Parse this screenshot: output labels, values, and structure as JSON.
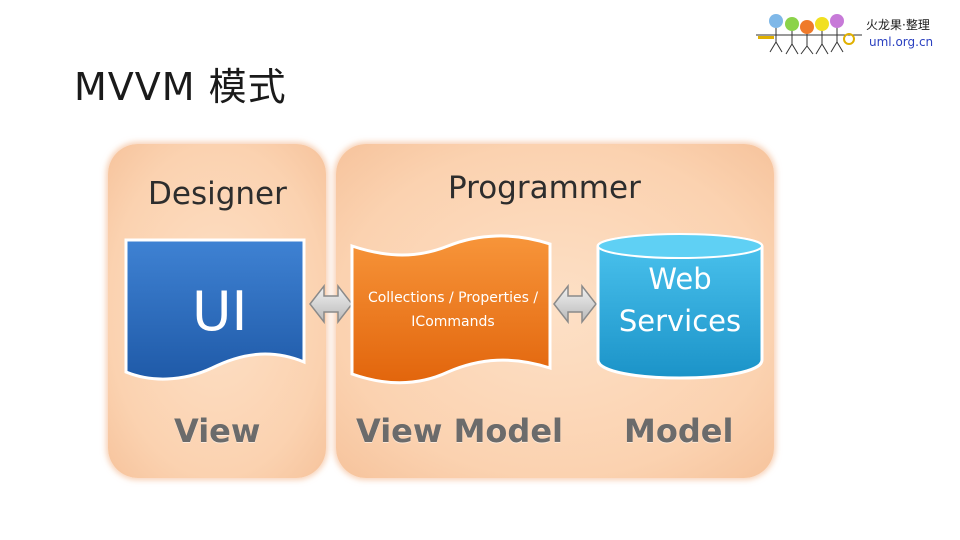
{
  "slide": {
    "title": "MVVM 模式"
  },
  "logo": {
    "line1": "火龙果·整理",
    "line2": "uml.org.cn"
  },
  "diagram": {
    "designer": {
      "heading": "Designer",
      "shape_text": "UI",
      "label": "View"
    },
    "programmer": {
      "heading": "Programmer",
      "view_model": {
        "line1": "Collections / Properties /",
        "line2": "ICommands",
        "label": "View Model"
      },
      "model": {
        "line1": "Web",
        "line2": "Services",
        "label": "Model"
      }
    },
    "colors": {
      "panel": "#fbd2b0",
      "ui_blue": "#2d6fc2",
      "view_model_orange": "#f07a1a",
      "model_cyan": "#27aee0",
      "arrow_gray": "#c8c8c8"
    }
  }
}
